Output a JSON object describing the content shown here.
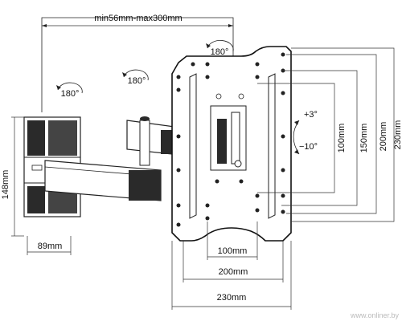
{
  "labels": {
    "swing_range": "min56mm-max300mm",
    "rot_plate": "180°",
    "rot_joint_left": "180°",
    "rot_joint_mid": "180°",
    "tilt_up": "+3°",
    "tilt_down": "−10°",
    "v100": "100mm",
    "v150": "150mm",
    "v200": "200mm",
    "v230": "230mm",
    "h100": "100mm",
    "h200": "200mm",
    "h230": "230mm",
    "wall_h": "148mm",
    "wall_w": "89mm",
    "watermark": "www.onliner.by"
  },
  "colors": {
    "line": "#1a1a1a",
    "shadow": "#555555",
    "dark": "#2a2a2a",
    "white": "#ffffff"
  }
}
